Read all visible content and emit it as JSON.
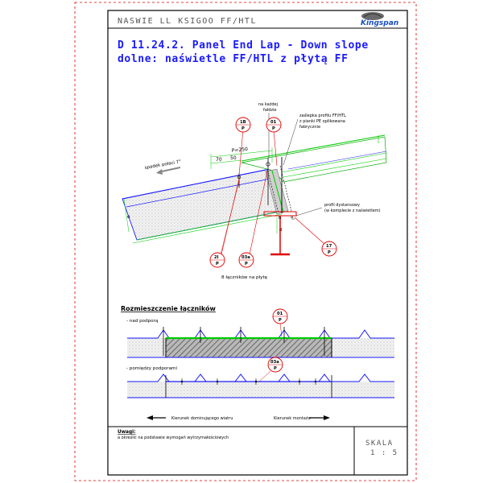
{
  "header": {
    "title": "NASWIE  LL KSIGOO FF/HTL",
    "logo_text": "Kingspan"
  },
  "heading": {
    "line1": "D 11.24.2. Panel End Lap - Down slope",
    "line2": "dolne: naświetle FF/HTL z płytą FF"
  },
  "main_detail": {
    "note_top": [
      "na każdej",
      "fałdzie"
    ],
    "note_profile": [
      "zaślepka profilu FF/HTL",
      "z pianki PE oplikowana",
      "fabrycznie"
    ],
    "slope_label": "spadek połaci 7°",
    "dim_p": "P=250",
    "dim_left": "70",
    "dim_right": "50",
    "dim_e": "e",
    "dim_h": "h",
    "dim_d": "d",
    "note_spacer": [
      "profil dystansowy",
      "(w komplecie z naświetlem)"
    ],
    "note_bottom": "8 łączników na płytę",
    "tags": [
      {
        "top": "1B",
        "bottom": "P"
      },
      {
        "top": "01",
        "bottom": "P"
      },
      {
        "top": "2I",
        "bottom": "P"
      },
      {
        "top": "03a",
        "bottom": "P"
      },
      {
        "top": "17",
        "bottom": "P"
      }
    ]
  },
  "fastener_section": {
    "title": "Rozmieszczenie łączników",
    "label_over_support": "- nad podporą",
    "label_between_supports": "- pomiędzy podporami",
    "tag_over": {
      "top": "01",
      "bottom": "P"
    },
    "tag_between": {
      "top": "03a",
      "bottom": "P"
    },
    "arrow_wind": "Kierunek dominującego wiatru",
    "arrow_mount": "Kierunek montażu"
  },
  "footer": {
    "notes_title": "Uwagi:",
    "notes_text": "a  określić na podstawie wymogań wytrzymałościowych",
    "scale_label": "SKALA",
    "scale_value": "1 : 5"
  },
  "colors": {
    "frame": "#000000",
    "title": "#1a1aff",
    "blue_line": "#1a1aff",
    "green_line": "#00cc00",
    "red_line": "#e00000",
    "panel_fill": "#e9e9e9"
  }
}
